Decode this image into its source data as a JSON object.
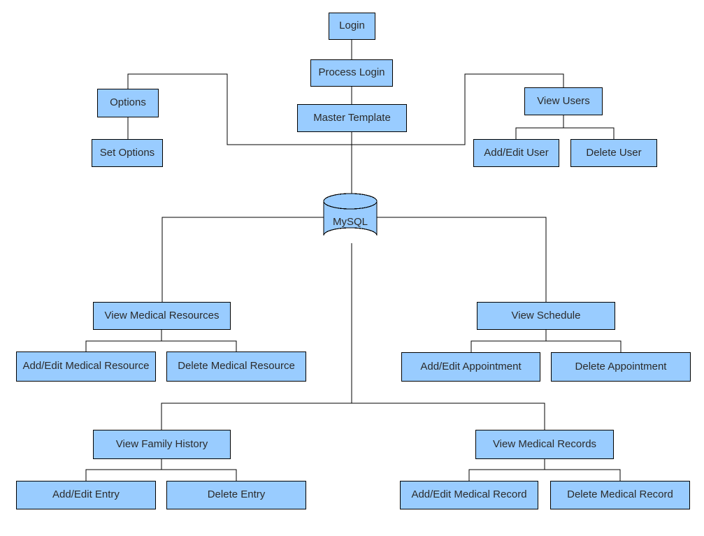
{
  "diagram": {
    "background": "#ffffff",
    "node_fill": "#99ccff",
    "node_border": "#000000",
    "line_color": "#000000",
    "text_color": "#2b2b2b"
  },
  "nodes": {
    "login": {
      "label": "Login",
      "shape": "box"
    },
    "process_login": {
      "label": "Process Login",
      "shape": "box"
    },
    "master_template": {
      "label": "Master Template",
      "shape": "box"
    },
    "options": {
      "label": "Options",
      "shape": "box"
    },
    "set_options": {
      "label": "Set Options",
      "shape": "box"
    },
    "view_users": {
      "label": "View Users",
      "shape": "box"
    },
    "add_edit_user": {
      "label": "Add/Edit User",
      "shape": "box"
    },
    "delete_user": {
      "label": "Delete User",
      "shape": "box"
    },
    "mysql": {
      "label": "MySQL",
      "shape": "cylinder"
    },
    "view_medical_resources": {
      "label": "View Medical Resources",
      "shape": "box"
    },
    "add_edit_medical_resource": {
      "label": "Add/Edit Medical Resource",
      "shape": "box"
    },
    "delete_medical_resource": {
      "label": "Delete Medical Resource",
      "shape": "box"
    },
    "view_schedule": {
      "label": "View Schedule",
      "shape": "box"
    },
    "add_edit_appointment": {
      "label": "Add/Edit Appointment",
      "shape": "box"
    },
    "delete_appointment": {
      "label": "Delete Appointment",
      "shape": "box"
    },
    "view_family_history": {
      "label": "View Family History",
      "shape": "box"
    },
    "add_edit_entry": {
      "label": "Add/Edit Entry",
      "shape": "box"
    },
    "delete_entry": {
      "label": "Delete Entry",
      "shape": "box"
    },
    "view_medical_records": {
      "label": "View Medical Records",
      "shape": "box"
    },
    "add_edit_medical_record": {
      "label": "Add/Edit Medical Record",
      "shape": "box"
    },
    "delete_medical_record": {
      "label": "Delete Medical Record",
      "shape": "box"
    }
  },
  "edges": [
    {
      "from": "Login",
      "to": "Process Login"
    },
    {
      "from": "Process Login",
      "to": "Master Template"
    },
    {
      "from": "Master Template",
      "to": "Options"
    },
    {
      "from": "Master Template",
      "to": "View Users"
    },
    {
      "from": "Master Template",
      "to": "MySQL"
    },
    {
      "from": "Options",
      "to": "Set Options"
    },
    {
      "from": "View Users",
      "to": "Add/Edit User"
    },
    {
      "from": "View Users",
      "to": "Delete User"
    },
    {
      "from": "MySQL",
      "to": "View Medical Resources"
    },
    {
      "from": "MySQL",
      "to": "View Schedule"
    },
    {
      "from": "MySQL",
      "to": "View Family History"
    },
    {
      "from": "MySQL",
      "to": "View Medical Records"
    },
    {
      "from": "View Medical Resources",
      "to": "Add/Edit Medical Resource"
    },
    {
      "from": "View Medical Resources",
      "to": "Delete Medical Resource"
    },
    {
      "from": "View Schedule",
      "to": "Add/Edit Appointment"
    },
    {
      "from": "View Schedule",
      "to": "Delete Appointment"
    },
    {
      "from": "View Family History",
      "to": "Add/Edit Entry"
    },
    {
      "from": "View Family History",
      "to": "Delete Entry"
    },
    {
      "from": "View Medical Records",
      "to": "Add/Edit Medical Record"
    },
    {
      "from": "View Medical Records",
      "to": "Delete Medical Record"
    }
  ]
}
